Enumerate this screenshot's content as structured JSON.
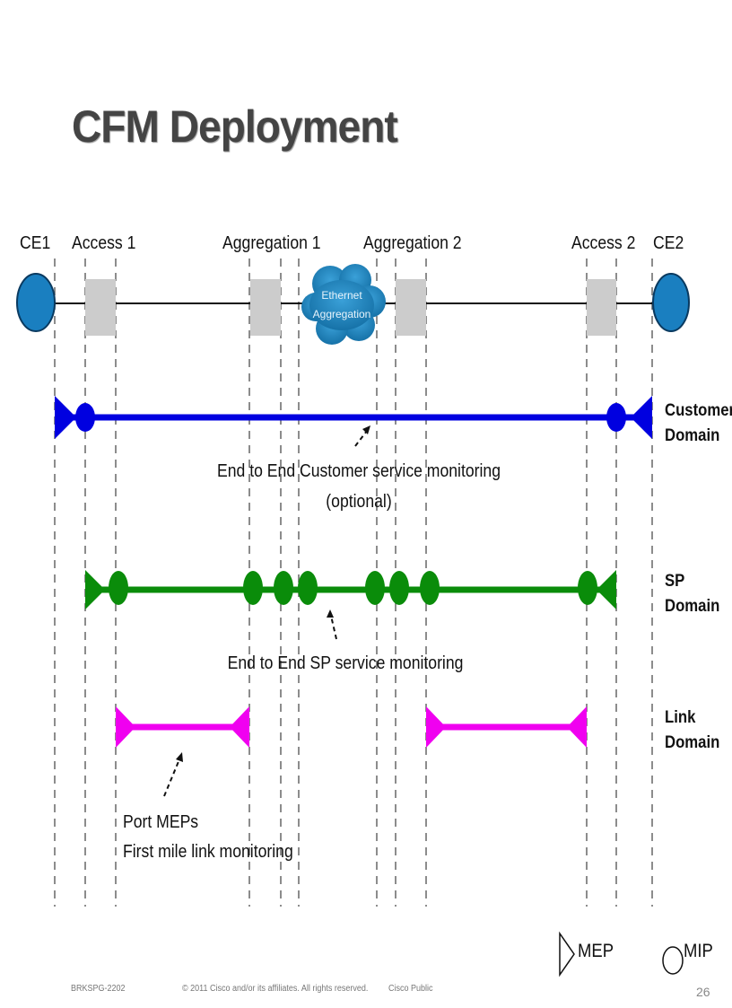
{
  "title": "CFM Deployment",
  "nodes": {
    "ce1": "CE1",
    "access1": "Access 1",
    "aggregation1": "Aggregation 1",
    "aggregation2": "Aggregation 2",
    "access2": "Access 2",
    "ce2": "CE2"
  },
  "cloud": {
    "line1": "Ethernet",
    "line2": "Aggregation"
  },
  "domains": {
    "customer": "Customer\nDomain",
    "sp": "SP\nDomain",
    "link": "Link\nDomain"
  },
  "notes": {
    "customer_line1": "End to End Customer service monitoring",
    "customer_line2": "(optional)",
    "sp": "End to End SP service monitoring",
    "port_meps": "Port MEPs",
    "first_mile": "First mile link monitoring"
  },
  "legend": {
    "mep": "MEP",
    "mip": "MIP"
  },
  "footer": {
    "code": "BRKSPG-2202",
    "copyright": "© 2011 Cisco and/or its affiliates. All rights reserved.",
    "classification": "Cisco Public",
    "page": "26"
  },
  "colors": {
    "customer": "#0000e0",
    "sp": "#0a8c0a",
    "link": "#f000f0",
    "ce": "#1a7fc0",
    "device": "#cccccc"
  }
}
